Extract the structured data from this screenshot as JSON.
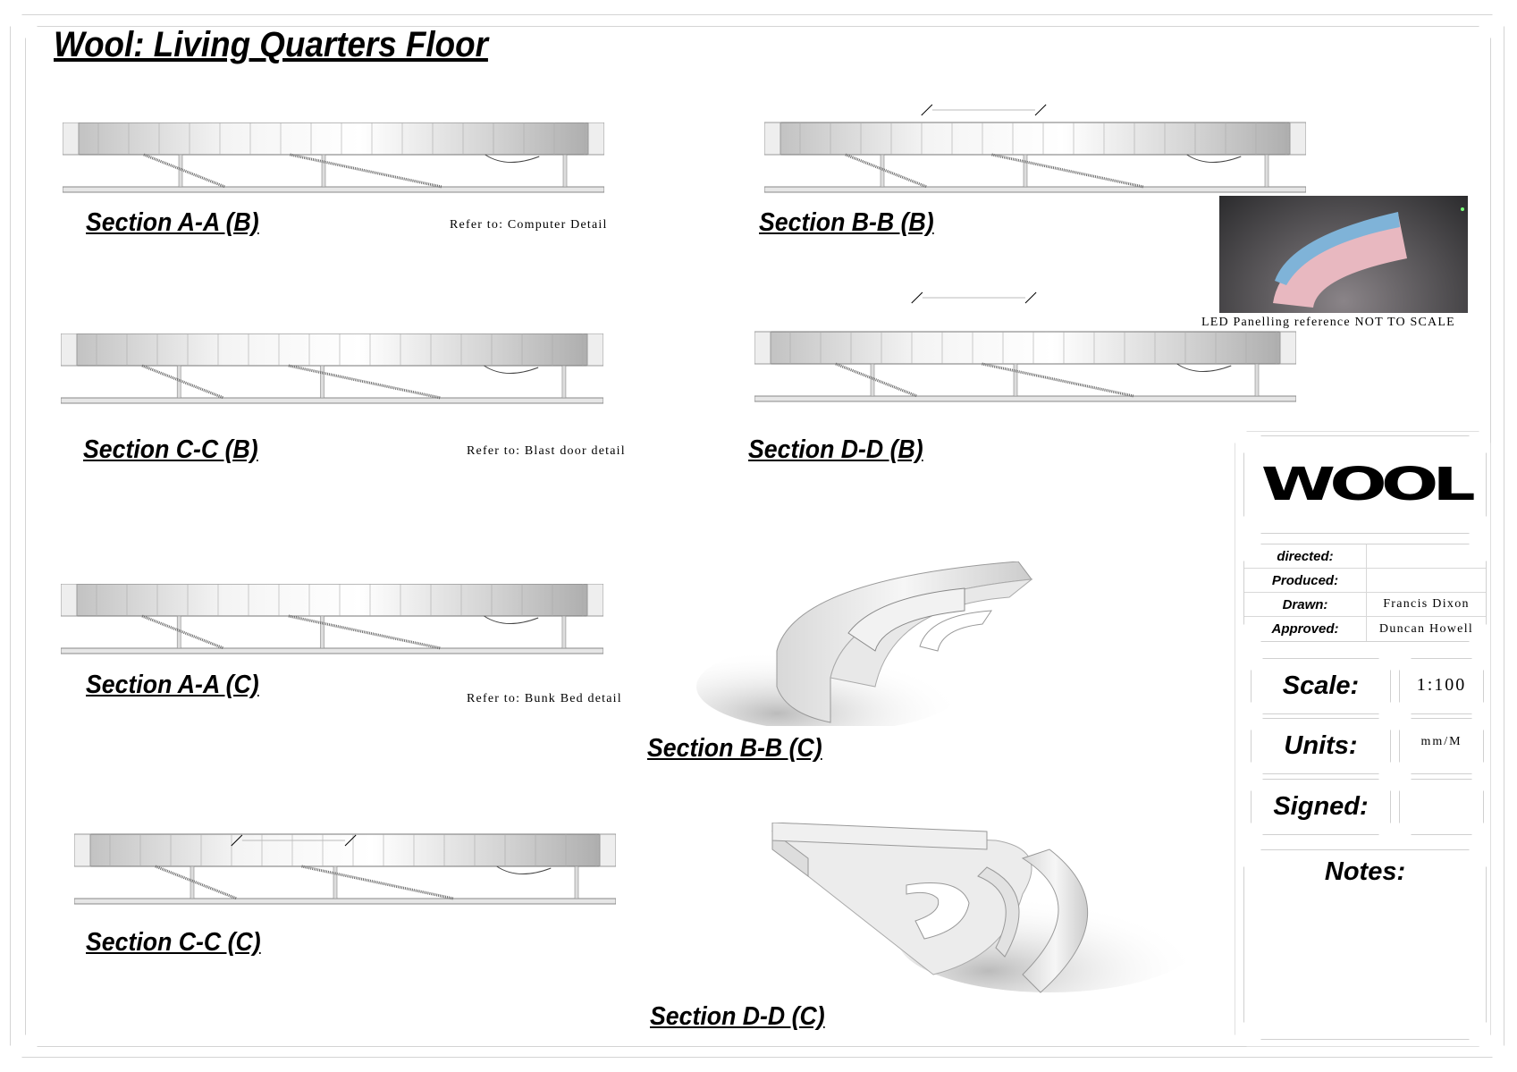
{
  "sheet": {
    "title": "Wool: Living Quarters Floor"
  },
  "sections": [
    {
      "label": "Section A-A (B)",
      "note": "Refer to: Computer Detail"
    },
    {
      "label": "Section B-B (B)",
      "note": ""
    },
    {
      "label": "Section C-C (B)",
      "note": "Refer to: Blast door detail"
    },
    {
      "label": "Section D-D (B)",
      "note": ""
    },
    {
      "label": "Section A-A (C)",
      "note": "Refer to: Bunk Bed detail"
    },
    {
      "label": "Section B-B (C)",
      "note": ""
    },
    {
      "label": "Section C-C (C)",
      "note": ""
    },
    {
      "label": "Section D-D (C)",
      "note": ""
    }
  ],
  "led_reference": {
    "caption": "LED Panelling reference NOT TO SCALE"
  },
  "title_block": {
    "logo": "WOOL",
    "rows": [
      {
        "key": "directed:",
        "value": ""
      },
      {
        "key": "Produced:",
        "value": ""
      },
      {
        "key": "Drawn:",
        "value": "Francis Dixon"
      },
      {
        "key": "Approved:",
        "value": "Duncan Howell"
      }
    ],
    "scale_label": "Scale:",
    "scale_value": "1:100",
    "units_label": "Units:",
    "units_value": "mm/M",
    "signed_label": "Signed:",
    "signed_value": "",
    "notes_label": "Notes:"
  }
}
